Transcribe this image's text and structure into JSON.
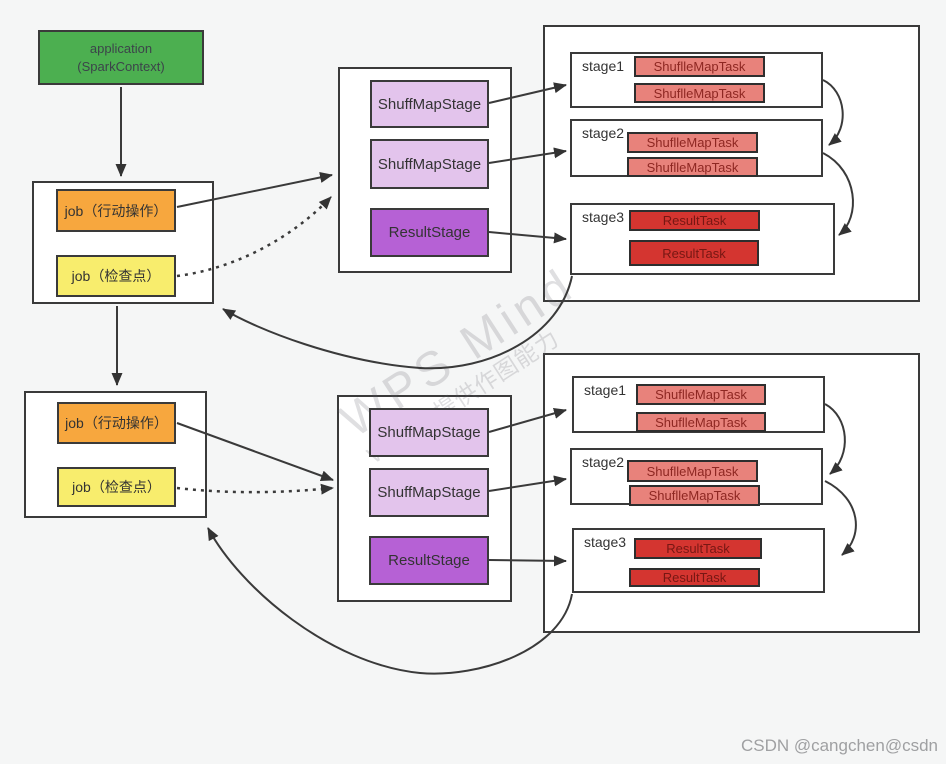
{
  "application": {
    "line1": "application",
    "line2": "(SparkContext)"
  },
  "sections": [
    {
      "jobs": [
        {
          "label": "job（行动操作）"
        },
        {
          "label": "job（检查点）"
        }
      ],
      "stages": [
        {
          "label": "ShuffMapStage"
        },
        {
          "label": "ShuffMapStage"
        },
        {
          "label": "ResultStage"
        }
      ],
      "task_groups": [
        {
          "label": "stage1",
          "tasks": [
            {
              "label": "ShuflleMapTask"
            },
            {
              "label": "ShuflleMapTask"
            }
          ]
        },
        {
          "label": "stage2",
          "tasks": [
            {
              "label": "ShuflleMapTask"
            },
            {
              "label": "ShuflleMapTask"
            }
          ]
        },
        {
          "label": "stage3",
          "tasks": [
            {
              "label": "ResultTask"
            },
            {
              "label": "ResultTask"
            }
          ]
        }
      ]
    },
    {
      "jobs": [
        {
          "label": "job（行动操作）"
        },
        {
          "label": "job（检查点）"
        }
      ],
      "stages": [
        {
          "label": "ShuffMapStage"
        },
        {
          "label": "ShuffMapStage"
        },
        {
          "label": "ResultStage"
        }
      ],
      "task_groups": [
        {
          "label": "stage1",
          "tasks": [
            {
              "label": "ShuflleMapTask"
            },
            {
              "label": "ShuflleMapTask"
            }
          ]
        },
        {
          "label": "stage2",
          "tasks": [
            {
              "label": "ShuflleMapTask"
            },
            {
              "label": "ShuflleMapTask"
            }
          ]
        },
        {
          "label": "stage3",
          "tasks": [
            {
              "label": "ResultTask"
            },
            {
              "label": "ResultTask"
            }
          ]
        }
      ]
    }
  ],
  "watermark": {
    "title": "WPS Mind",
    "subtitle": "WPS仅提供作图能力"
  },
  "credit": "CSDN @cangchen@csdn",
  "colors": {
    "background": "#f5f6f6",
    "application": "#4caf50",
    "job_action": "#f7a73e",
    "job_checkpoint": "#f8ed6d",
    "shuffle_map_stage": "#e3c4ec",
    "result_stage": "#b661d5",
    "shuffle_map_task": "#e8827b",
    "result_task": "#d43530",
    "line": "#3a3a3a"
  }
}
